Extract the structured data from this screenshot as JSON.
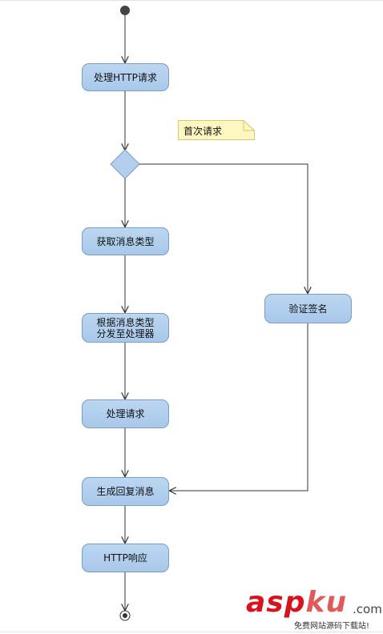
{
  "nodes": {
    "handle_http": "处理HTTP请求",
    "get_type": "获取消息类型",
    "dispatch": "根据消息类型\n分发至处理器",
    "handle_req": "处理请求",
    "gen_reply": "生成回复消息",
    "http_resp": "HTTP响应",
    "verify": "验证签名"
  },
  "note": {
    "text": "首次请求"
  },
  "watermark": {
    "brand_main": "asp",
    "brand_accent": "ku",
    "brand_domain": ".com",
    "tagline": "免费网站源码下载站!"
  },
  "colors": {
    "node_fill": "#b4cfee",
    "node_border": "#7a9cc5",
    "note_fill": "#fdf7c2",
    "note_border": "#d8c766",
    "edge": "#333333",
    "start_dot": "#444444",
    "watermark": "#d8131d"
  }
}
